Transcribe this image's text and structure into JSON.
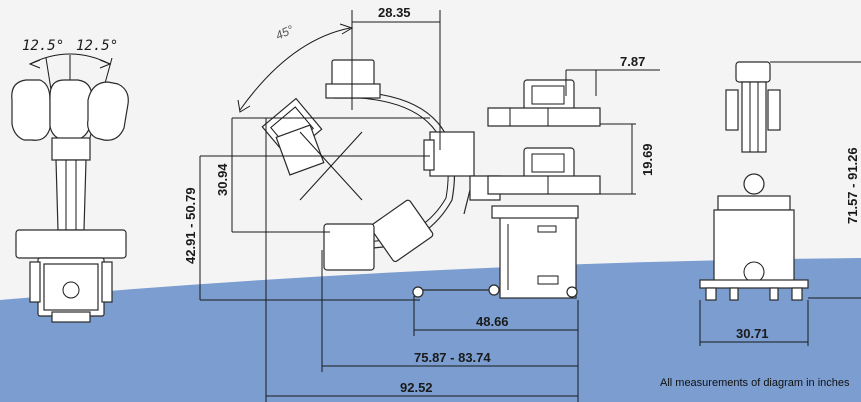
{
  "angles": {
    "left": "12.5°",
    "right": "12.5°",
    "arc": "45°"
  },
  "dimensions": {
    "c_arm_depth": "28.35",
    "monitor_offset": "7.87",
    "monitor_height": "19.69",
    "rotation_span": "30.94",
    "height_range": "42.91 - 50.79",
    "base_length": "48.66",
    "reach_range": "75.87 - 83.74",
    "overall_length": "92.52",
    "width": "30.71",
    "overall_height": "71.57 - 91.26"
  },
  "note": "All measurements of diagram in inches",
  "colors": {
    "background": "#f4f4f4",
    "floor": "#7b9dd0",
    "line": "#1a1a1a"
  }
}
